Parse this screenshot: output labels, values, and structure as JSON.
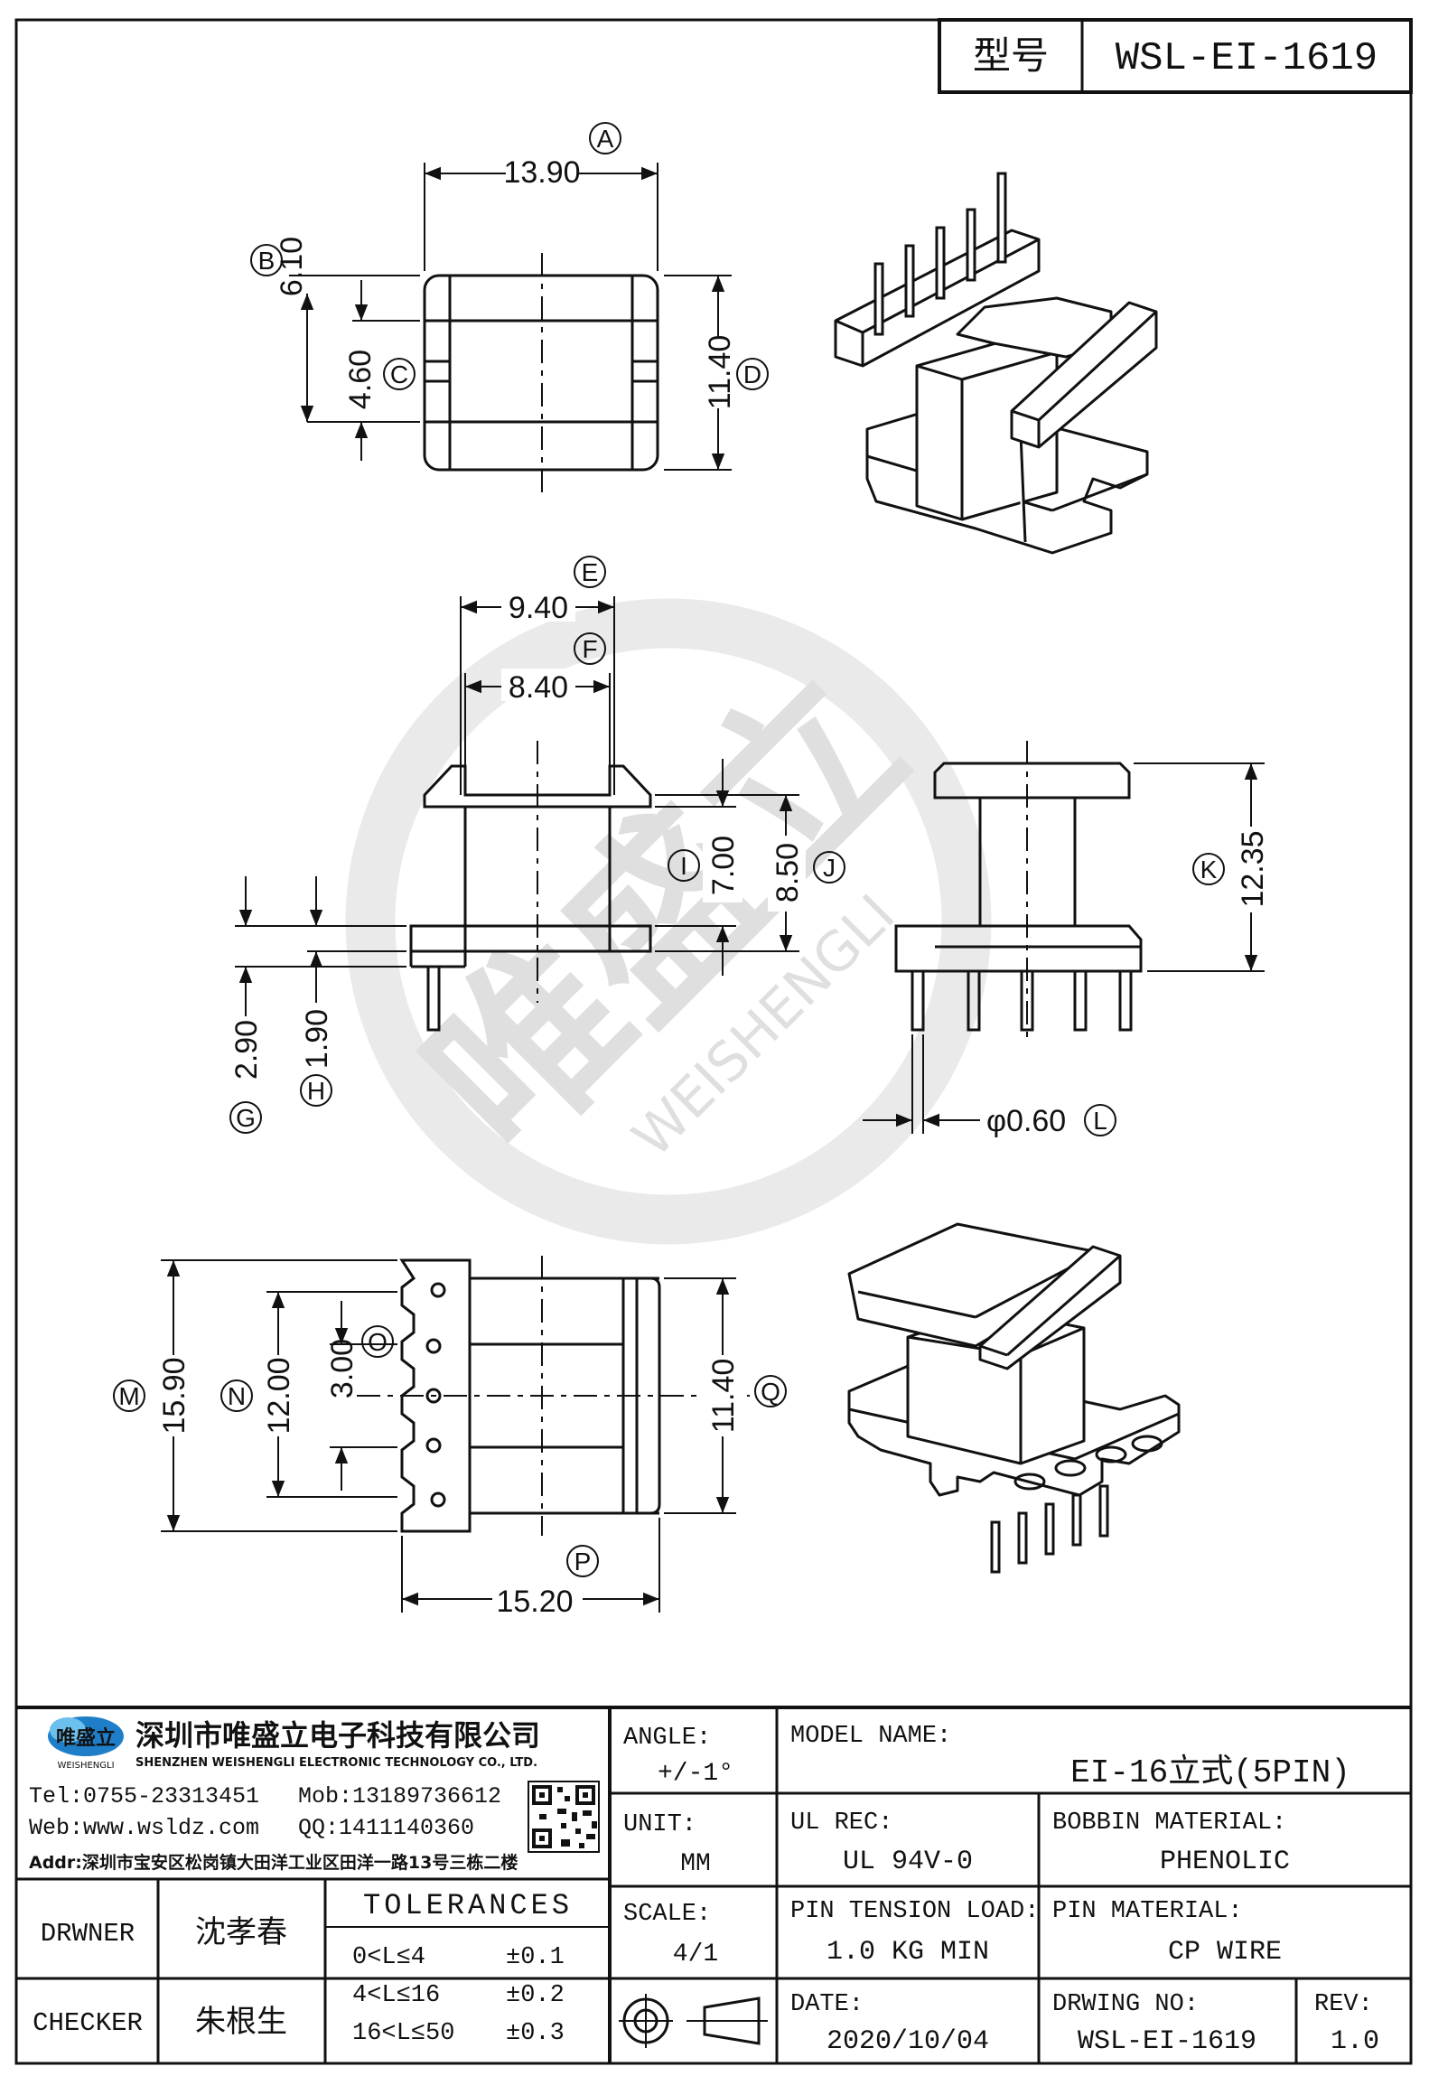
{
  "header": {
    "model_label": "型号",
    "model_code": "WSL-EI-1619"
  },
  "watermark": {
    "cn": "唯盛立",
    "en": "WEISHENGLI"
  },
  "dimensions": {
    "A": {
      "value": "13.90",
      "label": "A"
    },
    "B": {
      "value": "6.10",
      "label": "B"
    },
    "C": {
      "value": "4.60",
      "label": "C"
    },
    "D": {
      "value": "11.40",
      "label": "D"
    },
    "E": {
      "value": "9.40",
      "label": "E"
    },
    "F": {
      "value": "8.40",
      "label": "F"
    },
    "G": {
      "value": "2.90",
      "label": "G"
    },
    "H": {
      "value": "1.90",
      "label": "H"
    },
    "I": {
      "value": "7.00",
      "label": "I"
    },
    "J": {
      "value": "8.50",
      "label": "J"
    },
    "K": {
      "value": "12.35",
      "label": "K"
    },
    "L": {
      "value": "φ0.60",
      "label": "L"
    },
    "M": {
      "value": "15.90",
      "label": "M"
    },
    "N": {
      "value": "12.00",
      "label": "N"
    },
    "O": {
      "value": "3.00",
      "label": "O"
    },
    "P": {
      "value": "15.20",
      "label": "P"
    },
    "Q": {
      "value": "11.40",
      "label": "Q"
    }
  },
  "title_block": {
    "company_cn": "深圳市唯盛立电子科技有限公司",
    "company_en": "SHENZHEN WEISHENGLI ELECTRONIC TECHNOLOGY CO., LTD.",
    "logo_text": "唯盛立",
    "logo_sub": "WEISHENGLI",
    "tel": "Tel:0755-23313451",
    "mob": "Mob:13189736612",
    "web": "Web:www.wsldz.com",
    "qq": "QQ:1411140360",
    "addr": "Addr:深圳市宝安区松岗镇大田洋工业区田洋一路13号三栋二楼",
    "drawer_label": "DRWNER",
    "drawer_name": "沈孝春",
    "checker_label": "CHECKER",
    "checker_name": "朱根生",
    "tolerances_label": "TOLERANCES",
    "tolerances": [
      {
        "range": "0<L≤4",
        "value": "±0.1"
      },
      {
        "range": "4<L≤16",
        "value": "±0.2"
      },
      {
        "range": "16<L≤50",
        "value": "±0.3"
      }
    ],
    "angle_label": "ANGLE:",
    "angle_value": "+/-1°",
    "unit_label": "UNIT:",
    "unit_value": "MM",
    "scale_label": "SCALE:",
    "scale_value": "4/1",
    "model_name_label": "MODEL NAME:",
    "model_name_value": "EI-16立式(5PIN)",
    "ul_label": "UL REC:",
    "ul_value": "UL 94V-0",
    "bobbin_label": "BOBBIN MATERIAL:",
    "bobbin_value": "PHENOLIC",
    "pin_tension_label": "PIN TENSION LOAD:",
    "pin_tension_value": "1.0 KG MIN",
    "pin_material_label": "PIN MATERIAL:",
    "pin_material_value": "CP WIRE",
    "date_label": "DATE:",
    "date_value": "2020/10/04",
    "drawing_no_label": "DRWING NO:",
    "drawing_no_value": "WSL-EI-1619",
    "rev_label": "REV:",
    "rev_value": "1.0"
  }
}
